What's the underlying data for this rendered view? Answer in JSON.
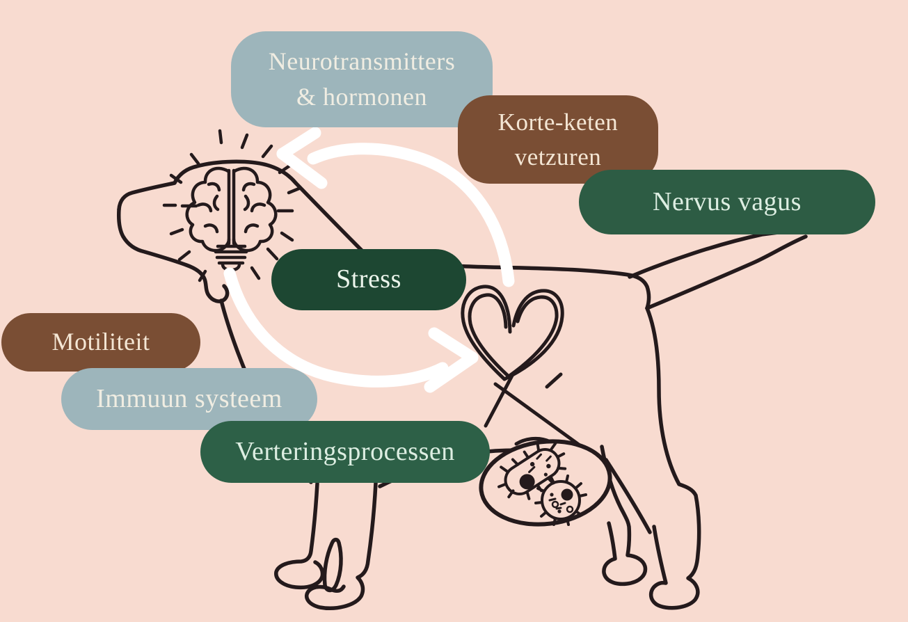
{
  "diagram": {
    "title_semantic": "gut-brain-axis-dog-infographic",
    "background_color": "#f8dbd0",
    "line_color": "#241a1c",
    "arrow_color": "#ffffff",
    "pills": [
      {
        "id": "neurotransmitters",
        "label": "Neurotransmitters\n& hormonen",
        "color": "#9db5bb",
        "text_color": "#f0ede2"
      },
      {
        "id": "korte-keten",
        "label": "Korte-keten\nvetzuren",
        "color": "#7a4e34",
        "text_color": "#f4e6d4"
      },
      {
        "id": "nervus-vagus",
        "label": "Nervus vagus",
        "color": "#2d5c44",
        "text_color": "#ddeee2"
      },
      {
        "id": "stress",
        "label": "Stress",
        "color": "#1d4732",
        "text_color": "#ecf5ec"
      },
      {
        "id": "motiliteit",
        "label": "Motiliteit",
        "color": "#7a4e34",
        "text_color": "#f4e6d4"
      },
      {
        "id": "immuun-systeem",
        "label": "Immuun systeem",
        "color": "#9db5bb",
        "text_color": "#f0ede2"
      },
      {
        "id": "verteringsprocessen",
        "label": "Verteringsprocessen",
        "color": "#2d6047",
        "text_color": "#ddeee2"
      }
    ],
    "icons": [
      {
        "name": "dog-outline-icon",
        "meaning": "line drawing of a dog in profile"
      },
      {
        "name": "brain-lightbulb-icon",
        "meaning": "brain as lightbulb with rays inside dog head"
      },
      {
        "name": "heart-doodle-icon",
        "meaning": "hand drawn heart above the gut"
      },
      {
        "name": "gut-microbiome-icon",
        "meaning": "oval gut containing two microbes"
      },
      {
        "name": "gut-to-brain-arrow-icon",
        "meaning": "white arrow curving from gut up to brain"
      },
      {
        "name": "brain-to-gut-arrow-icon",
        "meaning": "white arrow curving from brain down to gut"
      }
    ]
  }
}
